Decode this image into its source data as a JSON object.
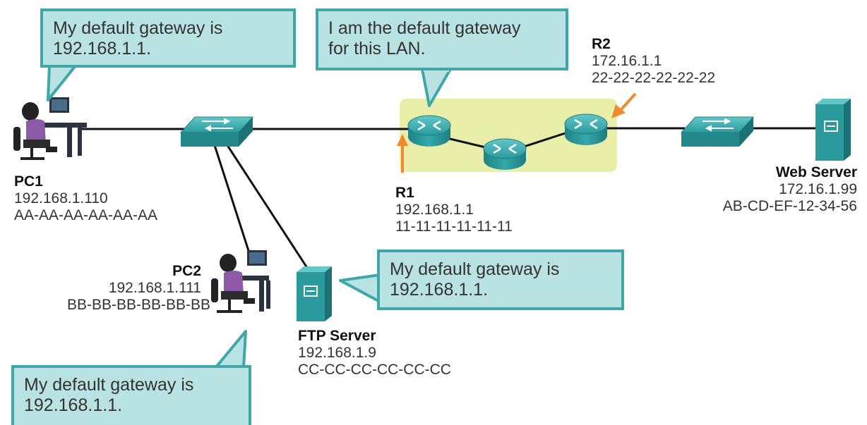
{
  "colors": {
    "device_teal": "#2a9a9c",
    "callout_fill": "#b9e3e3",
    "callout_border": "#3fa6a9",
    "highlight": "#e9efa8",
    "arrow": "#f08a2e",
    "cable": "#111111"
  },
  "callouts": {
    "pc1": [
      "My default gateway is",
      "192.168.1.1."
    ],
    "router": [
      "I am the default gateway",
      "for this LAN."
    ],
    "ftp": [
      "My default gateway is",
      "192.168.1.1."
    ],
    "pc2": [
      "My default gateway is",
      "192.168.1.1."
    ]
  },
  "devices": {
    "pc1": {
      "name": "PC1",
      "ip": "192.168.1.110",
      "mac": "AA-AA-AA-AA-AA-AA",
      "icon": "pc-user-icon"
    },
    "pc2": {
      "name": "PC2",
      "ip": "192.168.1.111",
      "mac": "BB-BB-BB-BB-BB-BB",
      "icon": "pc-user-icon"
    },
    "r1": {
      "name": "R1",
      "ip": "192.168.1.1",
      "mac": "11-11-11-11-11-11",
      "icon": "router-icon"
    },
    "r2": {
      "name": "R2",
      "ip": "172.16.1.1",
      "mac": "22-22-22-22-22-22",
      "icon": "router-icon"
    },
    "ftp": {
      "name": "FTP Server",
      "ip": "192.168.1.9",
      "mac": "CC-CC-CC-CC-CC-CC",
      "icon": "server-icon"
    },
    "web": {
      "name": "Web Server",
      "ip": "172.16.1.99",
      "mac": "AB-CD-EF-12-34-56",
      "icon": "server-icon"
    }
  }
}
